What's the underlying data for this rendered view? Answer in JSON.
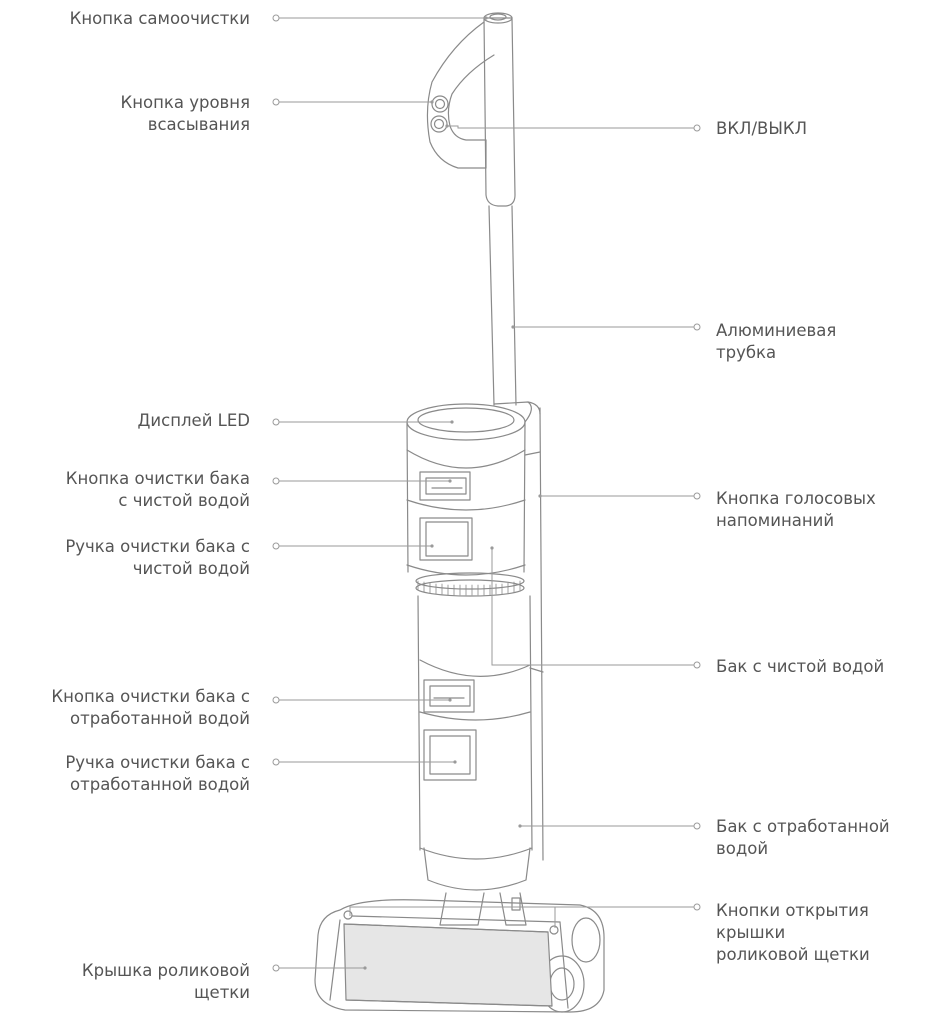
{
  "labels": {
    "self_clean_button": [
      "Кнопка самоочистки"
    ],
    "suction_level_button": [
      "Кнопка уровня",
      "всасывания"
    ],
    "power_button": [
      "ВКЛ/ВЫКЛ"
    ],
    "aluminum_tube": [
      "Алюминиевая",
      "трубка"
    ],
    "led_display": [
      "Дисплей LED"
    ],
    "clean_tank_release_button": [
      "Кнопка очистки бака",
      "с чистой водой"
    ],
    "voice_reminder_button": [
      "Кнопка голосовых",
      "напоминаний"
    ],
    "clean_tank_handle": [
      "Ручка очистки бака с",
      "чистой водой"
    ],
    "clean_water_tank": [
      "Бак с чистой водой"
    ],
    "dirty_tank_release_button": [
      "Кнопка очистки бака с",
      "отработанной водой"
    ],
    "dirty_tank_handle": [
      "Ручка очистки бака с",
      "отработанной водой"
    ],
    "dirty_water_tank": [
      "Бак с отработанной",
      "водой"
    ],
    "roller_cover_release_buttons": [
      "Кнопки открытия",
      "крышки",
      "роликовой щетки"
    ],
    "roller_brush_cover": [
      "Крышка роликовой",
      "щетки"
    ]
  },
  "colors": {
    "outline": "#8a8a8a",
    "leader": "#9a9a9a",
    "text": "#555555",
    "cover_fill": "#e6e6e6"
  }
}
